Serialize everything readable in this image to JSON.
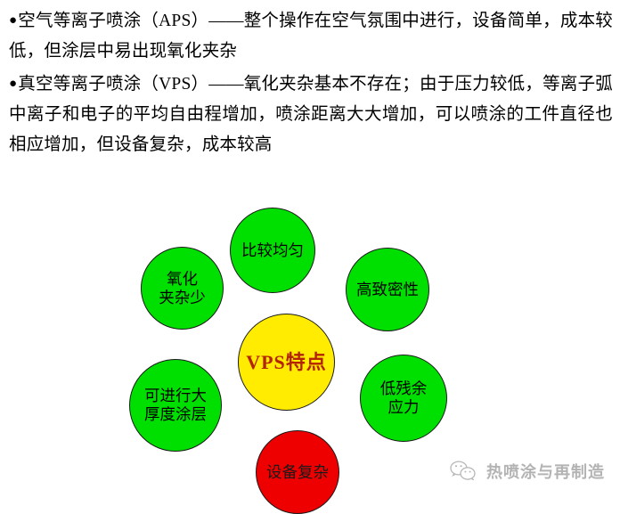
{
  "slide": {
    "paragraphs": [
      {
        "bullet": "●",
        "text": "空气等离子喷涂（APS）——整个操作在空气氛围中进行，设备简单，成本较低，但涂层中易出现氧化夹杂"
      },
      {
        "bullet": "●",
        "text": "真空等离子喷涂（VPS）——氧化夹杂基本不存在；由于压力较低，等离子弧中离子和电子的平均自由程增加，喷涂距离大大增加，可以喷涂的工件直径也相应增加，但设备复杂，成本较高"
      }
    ]
  },
  "diagram": {
    "type": "radial-bubble",
    "center": {
      "label": "VPS特点",
      "fill": "#ffec00",
      "text_color": "#b32400"
    },
    "nodes": [
      {
        "id": "uniform",
        "label": "比较均匀",
        "fill": "#00e000",
        "position": "top"
      },
      {
        "id": "oxide",
        "label": "氧化\n夹杂少",
        "fill": "#00e000",
        "position": "top-left"
      },
      {
        "id": "dense",
        "label": "高致密性",
        "fill": "#00e000",
        "position": "top-right"
      },
      {
        "id": "thick",
        "label": "可进行大\n厚度涂层",
        "fill": "#00e000",
        "position": "bottom-left"
      },
      {
        "id": "stress",
        "label": "低残余\n应力",
        "fill": "#00e000",
        "position": "bottom-right"
      },
      {
        "id": "complex",
        "label": "设备复杂",
        "fill": "#ee0000",
        "position": "bottom"
      }
    ]
  },
  "watermark": {
    "icon": "wechat-logo-icon",
    "text": "热喷涂与再制造"
  }
}
